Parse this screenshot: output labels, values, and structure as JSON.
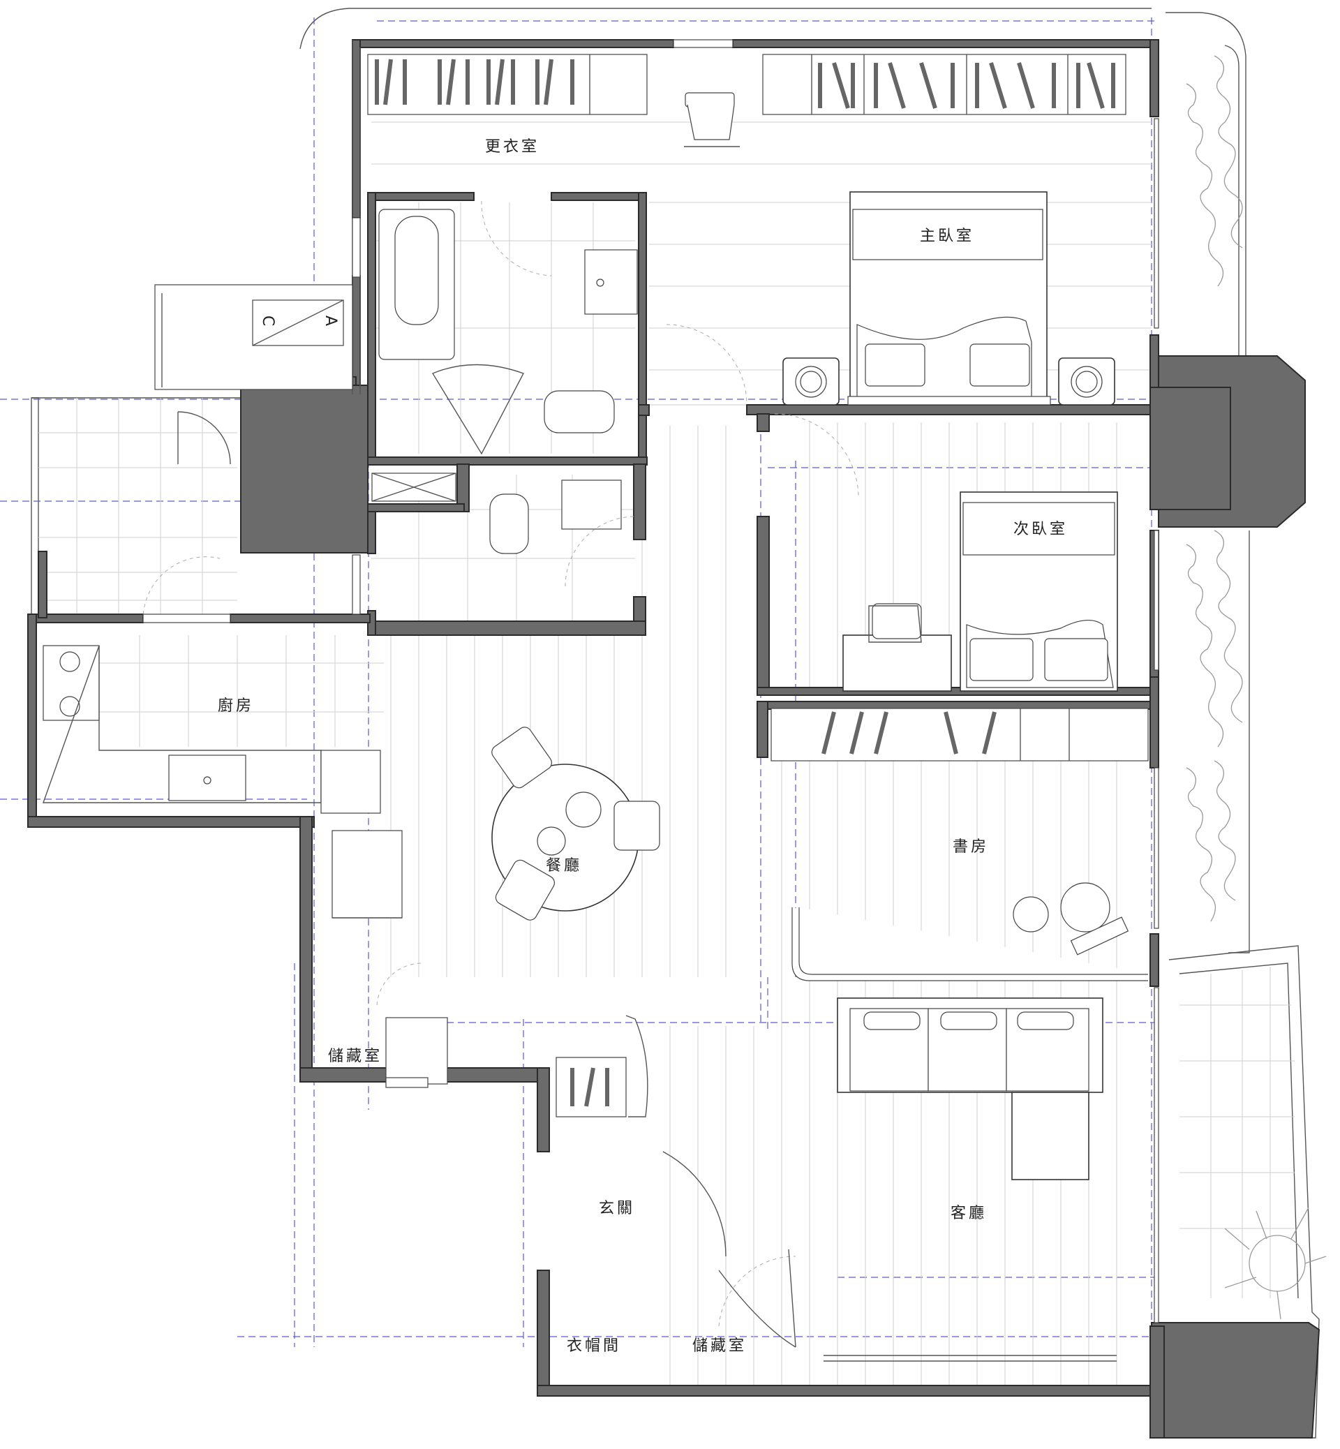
{
  "rooms": {
    "dressing": "更衣室",
    "master_bedroom": "主臥室",
    "second_bedroom": "次臥室",
    "kitchen": "廚房",
    "dining": "餐廳",
    "study": "書房",
    "storage_left": "儲藏室",
    "entrance": "玄關",
    "living": "客廳",
    "cloakroom": "衣帽間",
    "storage_bottom": "儲藏室"
  },
  "labels": {
    "unit_c": "C",
    "unit_a": "A"
  },
  "colors": {
    "wall_fill": "#6b6b6b",
    "line": "#2b2b2b",
    "axis_dash": "#5b5bd6"
  }
}
